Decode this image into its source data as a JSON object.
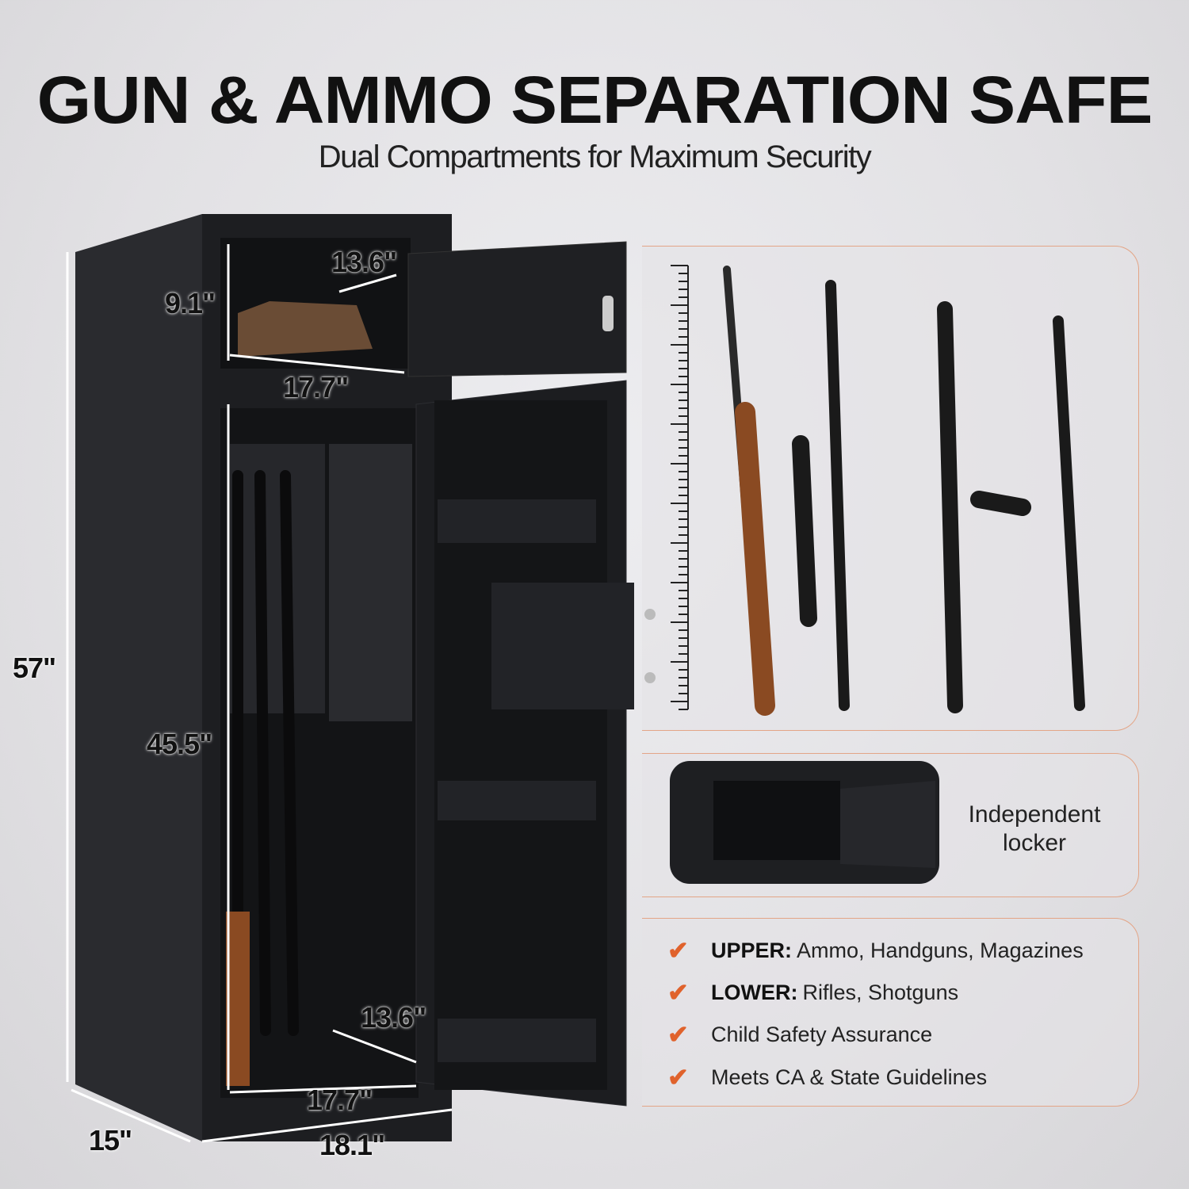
{
  "header": {
    "title": "GUN & AMMO SEPARATION SAFE",
    "subtitle": "Dual Compartments for Maximum Security"
  },
  "dimensions": {
    "upper_depth": "13.6\"",
    "upper_height": "9.1\"",
    "upper_width": "17.7\"",
    "total_height": "57\"",
    "lower_height": "45.5\"",
    "lower_depth": "13.6\"",
    "lower_width": "17.7\"",
    "outer_depth": "15\"",
    "outer_width": "18.1\""
  },
  "locker_panel": {
    "label": "Independent locker"
  },
  "features": [
    {
      "bold": "UPPER:",
      "text": "Ammo, Handguns, Magazines"
    },
    {
      "bold": "LOWER:",
      "text": "Rifles, Shotguns"
    },
    {
      "bold": "",
      "text": "Child Safety Assurance"
    },
    {
      "bold": "",
      "text": "Meets CA & State Guidelines"
    }
  ],
  "colors": {
    "accent": "#e0622c",
    "safe": "#2b2c30",
    "background": "#e4e3e6"
  },
  "icons": {
    "feature_bullet": "check-icon"
  }
}
